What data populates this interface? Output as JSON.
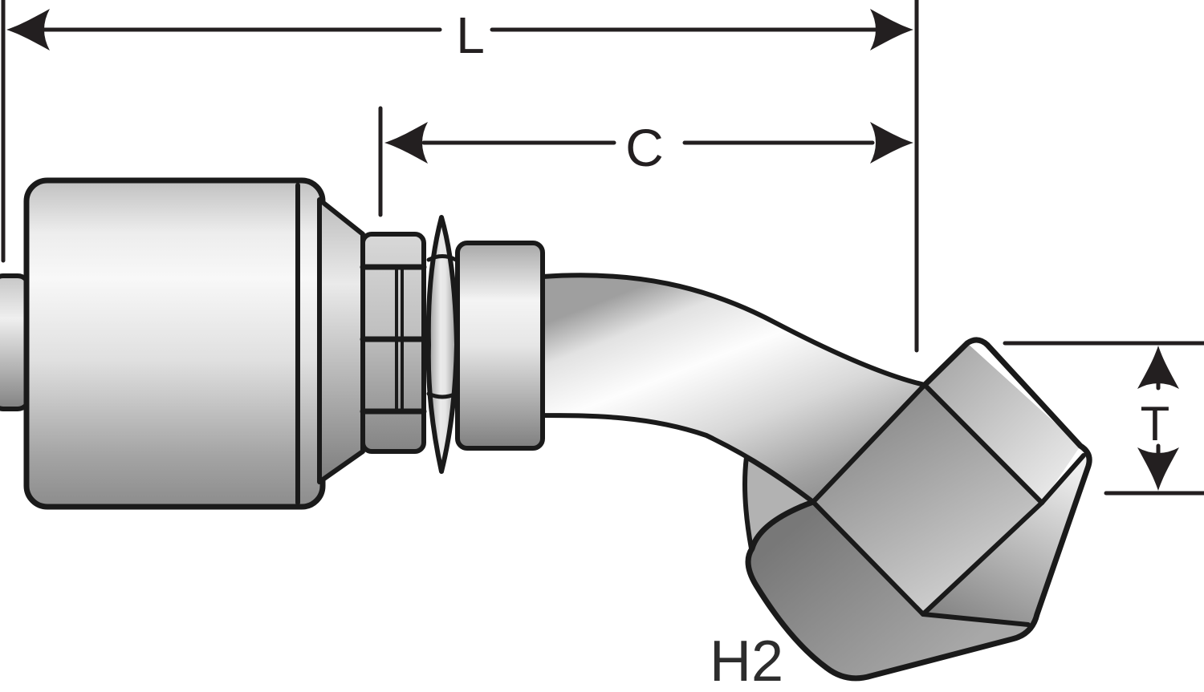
{
  "diagram": {
    "title": "45-degree bent tube female swivel coupling dimensional drawing",
    "labels": {
      "length": "L",
      "cutoff": "C",
      "thread": "T",
      "part": "H2"
    },
    "colors": {
      "line": "#231f20",
      "text": "#231f20",
      "part_text": "#2d2d2d",
      "outline": "#1a1a1a",
      "steel_bright": "#f8f8f8",
      "steel_light": "#dedede",
      "steel_mid": "#b0b0b0",
      "steel_dark": "#858585",
      "background": "#ffffff"
    }
  }
}
